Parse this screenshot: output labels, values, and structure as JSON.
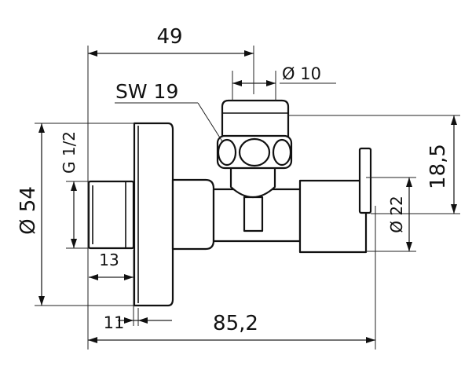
{
  "drawing": {
    "labels": {
      "width_top": "49",
      "spindle_dia": "Ø 10",
      "wrench_size": "SW 19",
      "thread": "G 1/2",
      "flange_dia": "Ø 54",
      "height_right": "18,5",
      "outlet_dia": "Ø 22",
      "thread_length": "13",
      "offset": "11",
      "total_length": "85,2"
    },
    "colors": {
      "line": "#111111",
      "background": "#ffffff"
    }
  }
}
